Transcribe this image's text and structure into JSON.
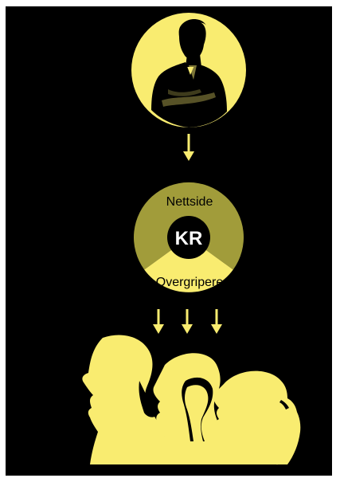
{
  "diagram": {
    "nodes": {
      "website": {
        "label": "Nettside"
      },
      "center": {
        "label": "KR"
      },
      "abusers": {
        "label": "Overgripere"
      }
    },
    "colors": {
      "background": "#000000",
      "yellow": "#f9ec70",
      "olive": "#a19c3a",
      "center_fill": "#000000",
      "center_text": "#ffffff"
    },
    "figures": {
      "top": "man-with-crossed-arms-silhouette-icon",
      "bottom": [
        "woman-profile-silhouette-icon",
        "man-profile-silhouette-icon",
        "girl-ponytail-silhouette-icon"
      ]
    }
  }
}
